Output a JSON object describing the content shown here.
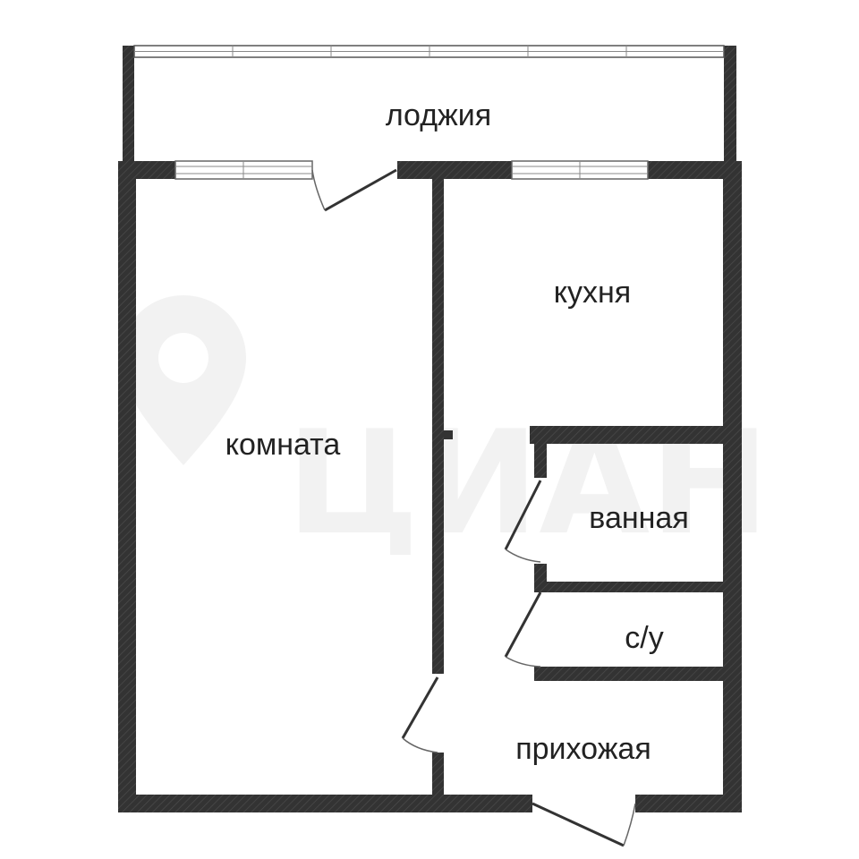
{
  "rooms": {
    "loggia": "лоджия",
    "kitchen": "кухня",
    "living_room": "комната",
    "bathroom": "ванная",
    "toilet": "с/у",
    "hallway": "прихожая"
  },
  "watermark": {
    "brand": "ЦИАН"
  },
  "colors": {
    "wall": "#333333",
    "label": "#222222",
    "watermark": "#eeeeee"
  }
}
